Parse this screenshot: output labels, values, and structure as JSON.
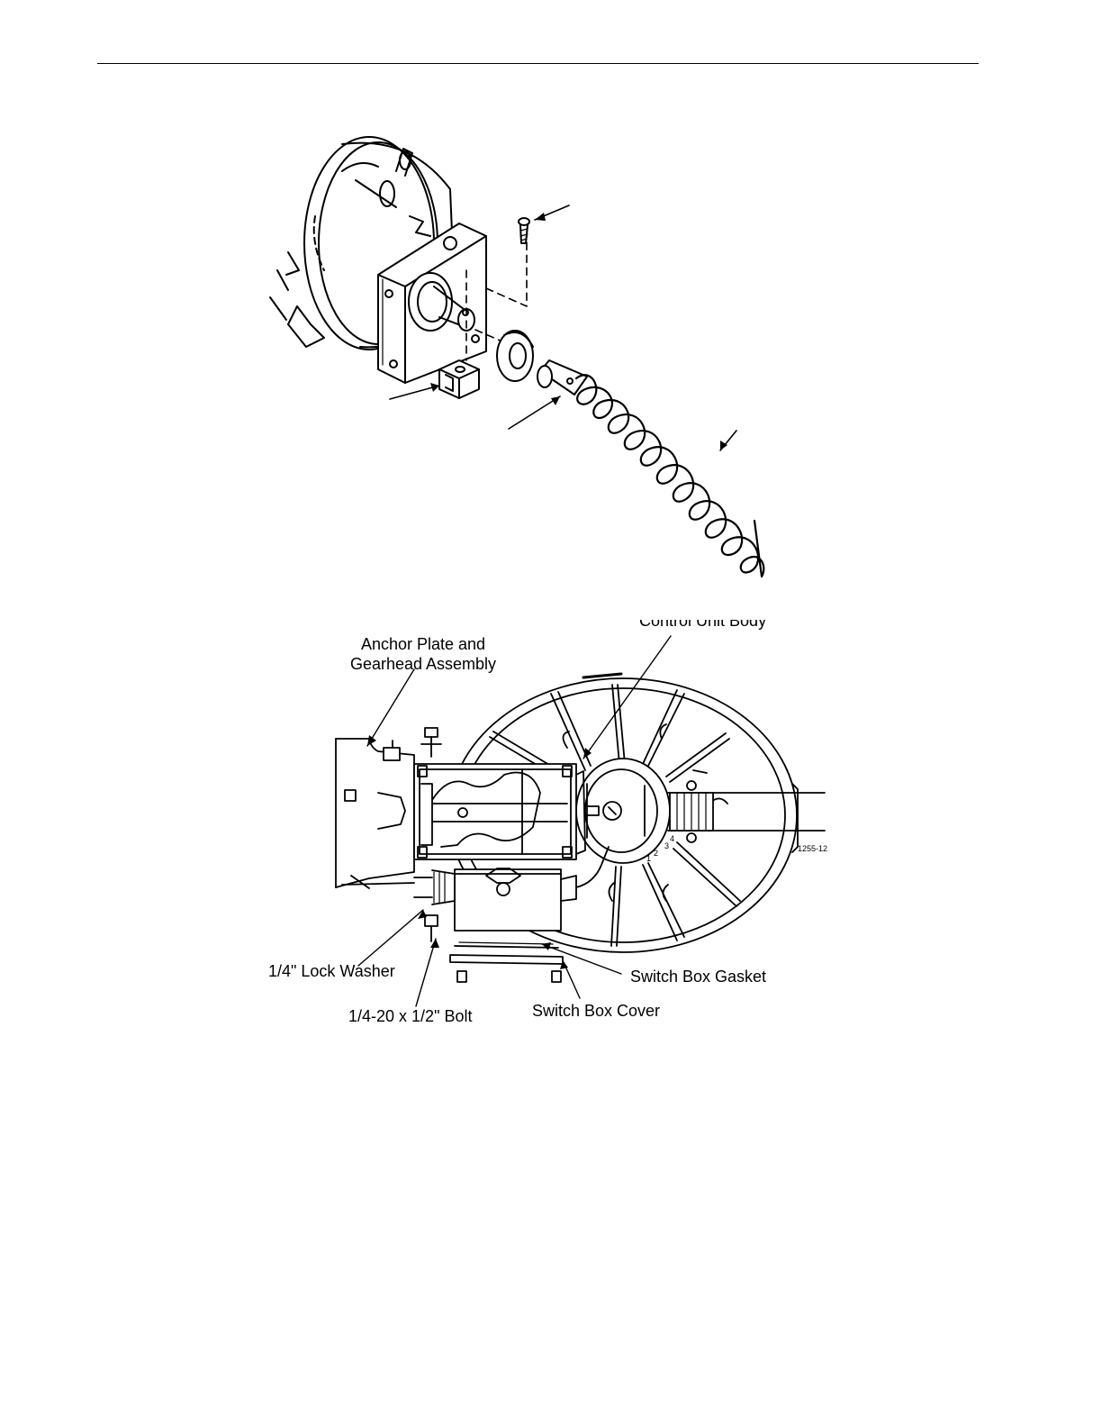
{
  "figure_top": {
    "type": "exploded-view",
    "labels": []
  },
  "figure_bottom": {
    "labels": {
      "anchor_plate_line1": "Anchor Plate and",
      "anchor_plate_line2": "Gearhead Assembly",
      "control_unit_body": "Control Unit Body",
      "lock_washer": "1/4\" Lock Washer",
      "bolt": "1/4-20 x 1/2\" Bolt",
      "switch_box_gasket": "Switch Box Gasket",
      "switch_box_cover": "Switch Box Cover"
    },
    "figure_id": "1255-12",
    "dial_marks": [
      "1",
      "2",
      "3",
      "4"
    ]
  }
}
